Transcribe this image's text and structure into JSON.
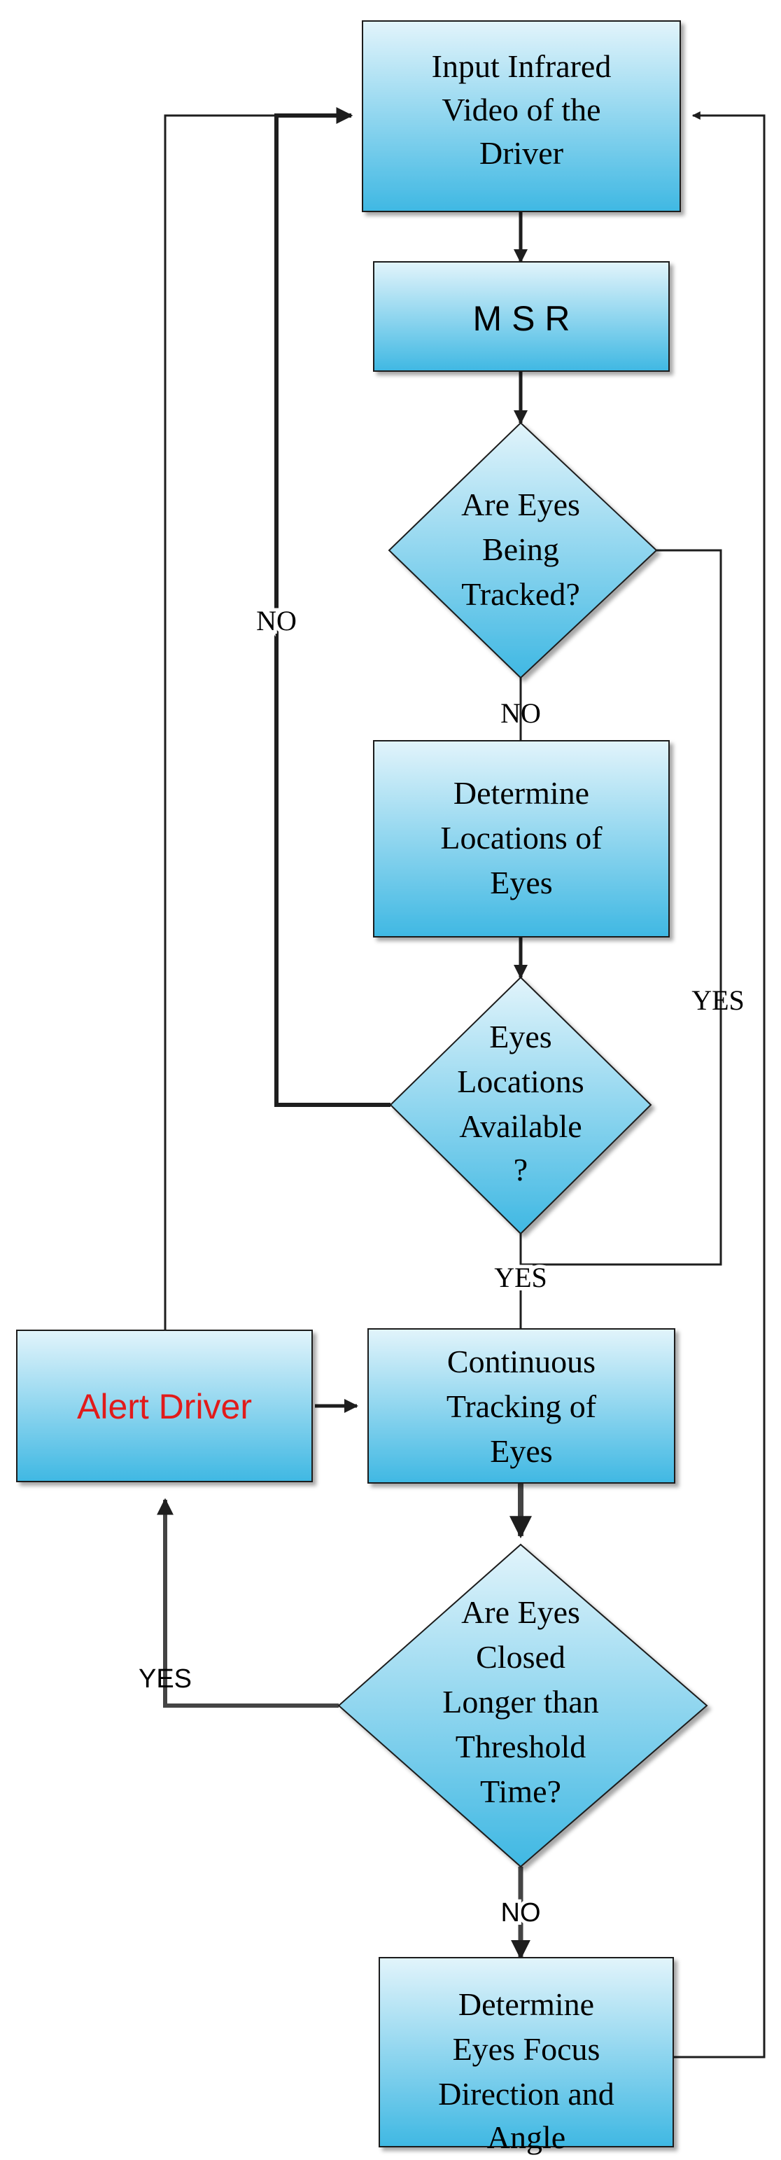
{
  "colors": {
    "box_top": "#e2f4fb",
    "box_bottom": "#3fb8e3",
    "stroke": "#1e1e1e",
    "alert_text": "#e11b1b"
  },
  "nodes": {
    "input": [
      "Input Infrared",
      "Video of the",
      "Driver"
    ],
    "msr": [
      "M S R"
    ],
    "tracked": [
      "Are Eyes",
      "Being",
      "Tracked?"
    ],
    "determine_loc": [
      "Determine",
      "Locations of",
      "Eyes"
    ],
    "available": [
      "Eyes",
      "Locations",
      "Available",
      "?"
    ],
    "continuous": [
      "Continuous",
      "Tracking of",
      "Eyes"
    ],
    "closed": [
      "Are Eyes",
      "Closed",
      "Longer than",
      "Threshold",
      "Time?"
    ],
    "focus": [
      "Determine",
      "Eyes Focus",
      "Direction and",
      "Angle"
    ],
    "alert": [
      "Alert Driver"
    ]
  },
  "edge_labels": {
    "tracked_no": "NO",
    "tracked_yes": "YES",
    "available_no": "NO",
    "available_yes": "YES",
    "closed_yes": "YES",
    "closed_no": "NO"
  }
}
